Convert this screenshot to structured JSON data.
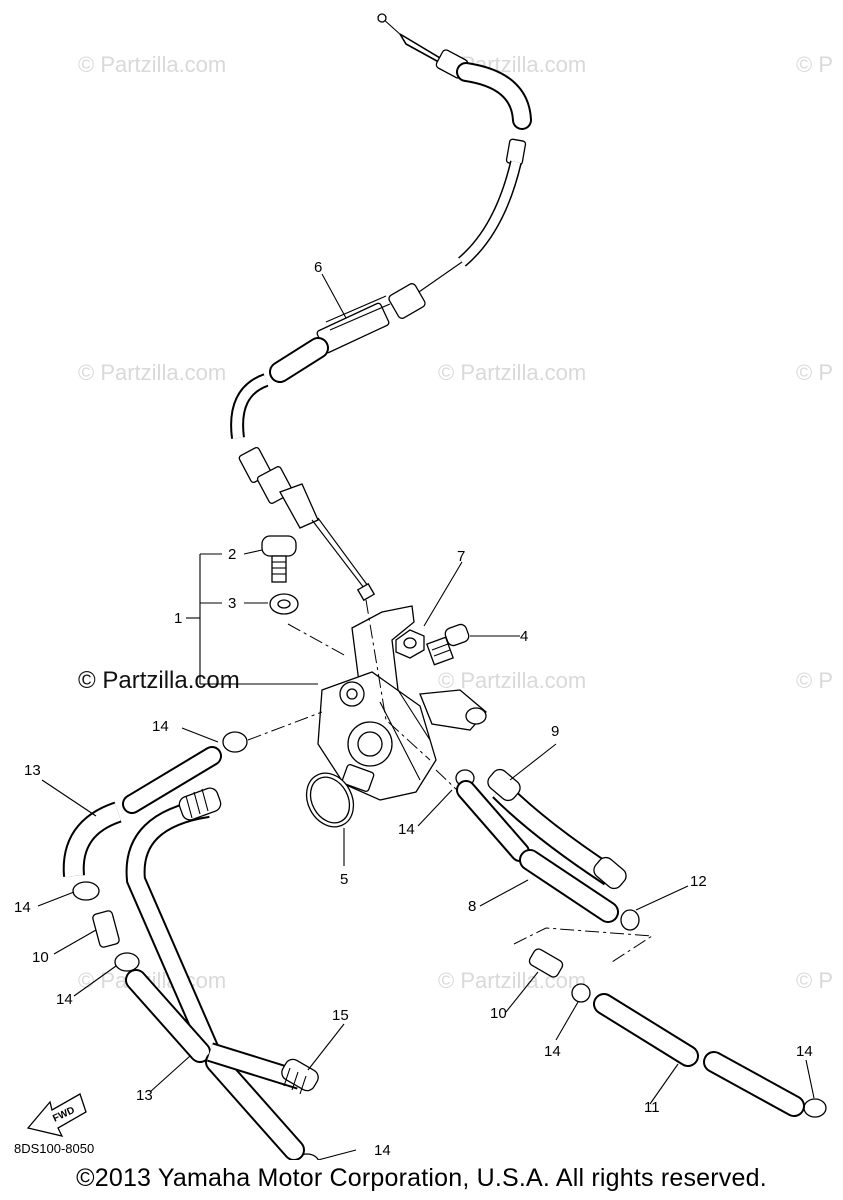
{
  "watermarks": {
    "text": "© Partzilla.com",
    "cut_text": "© P"
  },
  "callouts": [
    {
      "id": "c1",
      "label": "1"
    },
    {
      "id": "c2",
      "label": "2"
    },
    {
      "id": "c3",
      "label": "3"
    },
    {
      "id": "c4",
      "label": "4"
    },
    {
      "id": "c5",
      "label": "5"
    },
    {
      "id": "c6",
      "label": "6"
    },
    {
      "id": "c7",
      "label": "7"
    },
    {
      "id": "c8",
      "label": "8"
    },
    {
      "id": "c9",
      "label": "9"
    },
    {
      "id": "c10a",
      "label": "10"
    },
    {
      "id": "c10b",
      "label": "10"
    },
    {
      "id": "c11",
      "label": "11"
    },
    {
      "id": "c12",
      "label": "12"
    },
    {
      "id": "c13a",
      "label": "13"
    },
    {
      "id": "c13b",
      "label": "13"
    },
    {
      "id": "c14a",
      "label": "14"
    },
    {
      "id": "c14b",
      "label": "14"
    },
    {
      "id": "c14c",
      "label": "14"
    },
    {
      "id": "c14d",
      "label": "14"
    },
    {
      "id": "c14e",
      "label": "14"
    },
    {
      "id": "c14f",
      "label": "14"
    },
    {
      "id": "c14g",
      "label": "14"
    },
    {
      "id": "c15",
      "label": "15"
    }
  ],
  "fwd_arrow_label": "FWD",
  "diagram_code": "8DS100-8050",
  "copyright": "©2013 Yamaha Motor Corporation, U.S.A. All rights reserved."
}
